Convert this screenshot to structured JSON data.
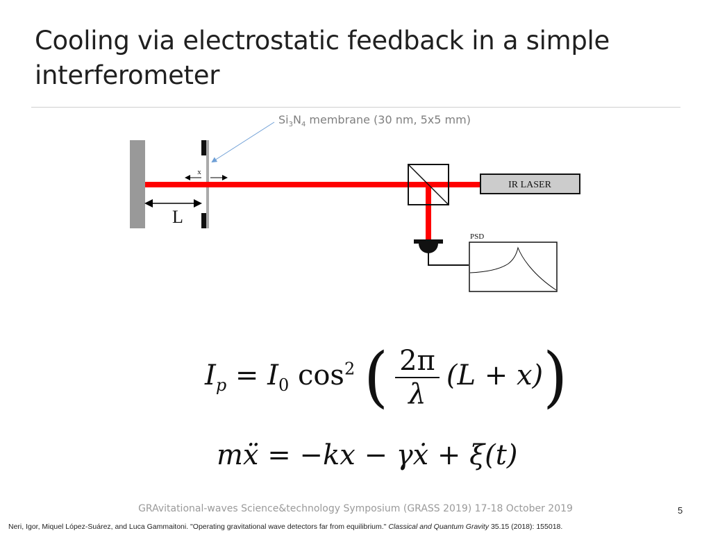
{
  "slide": {
    "title": "Cooling via electrostatic feedback in a simple interferometer",
    "page_number": "5",
    "footer": "GRAvitational-waves Science&technology Symposium (GRASS 2019) 17-18 October 2019"
  },
  "diagram": {
    "membrane_label": {
      "si": "Si",
      "si_sub": "3",
      "n": "N",
      "n_sub": "4",
      "rest": " membrane (30 nm,  5x5 mm)"
    },
    "laser_label": "IR LASER",
    "psd_label": "PSD",
    "x_label": "x",
    "length_label": "L",
    "colors": {
      "beam": "#ff0000",
      "mirror": "#999999",
      "laser_box": "#cccccc",
      "arrow": "#6e9fd6"
    }
  },
  "equations": {
    "eq1": {
      "lhs": "I",
      "lhs_sub": "p",
      "eq": " = ",
      "i0": "I",
      "i0_sub": "0",
      "cos": " cos",
      "cos_sup": "2",
      "num": "2π",
      "den": "λ",
      "arg": "(L + x)"
    },
    "eq2": "mẍ = −kx − γẋ + ξ(t)"
  },
  "citation": {
    "authors": "Neri, Igor, Miquel López-Suárez, and Luca Gammaitoni. \"Operating gravitational wave detectors far from equilibrium.\" ",
    "journal": "Classical and Quantum Gravity",
    "details": " 35.15 (2018): 155018."
  }
}
